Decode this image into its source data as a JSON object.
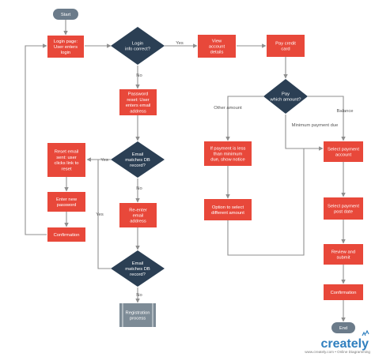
{
  "nodes": {
    "start": {
      "lines": [
        "Start"
      ]
    },
    "login_page": {
      "lines": [
        "Login page:",
        "User enters",
        "login"
      ]
    },
    "login_correct": {
      "lines": [
        "Login",
        "info correct?"
      ]
    },
    "view_account": {
      "lines": [
        "View",
        "account",
        "details"
      ]
    },
    "pay_card": {
      "lines": [
        "Pay credit",
        "card"
      ]
    },
    "pay_amount": {
      "lines": [
        "Pay",
        "which amount?"
      ]
    },
    "password_reset": {
      "lines": [
        "Password",
        "reset: User",
        "enters email",
        "address"
      ]
    },
    "email_match_1": {
      "lines": [
        "Email",
        "matches DB",
        "record?"
      ]
    },
    "reset_sent": {
      "lines": [
        "Reset email",
        "sent: user",
        "clicks link to",
        "reset"
      ]
    },
    "enter_password": {
      "lines": [
        "Enter new",
        "password"
      ]
    },
    "confirmation_left": {
      "lines": [
        "Confirmation"
      ]
    },
    "reenter_email": {
      "lines": [
        "Re-enter",
        "email",
        "address"
      ]
    },
    "email_match_2": {
      "lines": [
        "Email",
        "matches DB",
        "record?"
      ]
    },
    "registration": {
      "lines": [
        "Registration",
        "process"
      ]
    },
    "payment_less": {
      "lines": [
        "If payment is less",
        "than minimum",
        "due, show notice"
      ]
    },
    "option_select": {
      "lines": [
        "Option to select",
        "different amount"
      ]
    },
    "select_account": {
      "lines": [
        "Select payment",
        "account"
      ]
    },
    "select_date": {
      "lines": [
        "Select payment",
        "post date"
      ]
    },
    "review_submit": {
      "lines": [
        "Review and",
        "submit"
      ]
    },
    "confirmation_right": {
      "lines": [
        "Confirmation"
      ]
    },
    "end": {
      "lines": [
        "End"
      ]
    }
  },
  "edge_labels": {
    "yes_login": "Yes",
    "no_login": "No",
    "yes_email1": "Yes",
    "no_email1": "No",
    "yes_email2": "Yes",
    "no_email2": "No",
    "other_amount": "Other amount",
    "balance": "Balance",
    "minimum_due": "Minimum payment due"
  },
  "branding": {
    "logo_text": "creately",
    "footer": "www.creately.com • Online Diagramming"
  },
  "colors": {
    "process": "#e8483a",
    "decision": "#2b3f54",
    "terminal": "#6b7b8a",
    "predefined": "#7d8b96",
    "connector": "#8f8f8f",
    "brand": "#2f7fbf"
  }
}
